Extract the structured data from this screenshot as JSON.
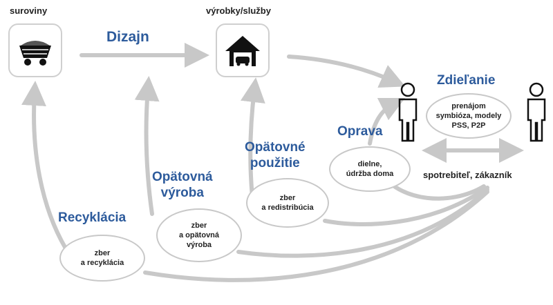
{
  "nodes": {
    "raw": {
      "label": "suroviny",
      "icon": "coal-cart-icon"
    },
    "products": {
      "label": "výrobky/služby",
      "icon": "house-car-icon"
    }
  },
  "stages": {
    "design": "Dizajn",
    "sharing": "Zdieľanie",
    "repair": "Oprava",
    "reuse": "Opätovné\npoužitie",
    "remanufacturing": "Opätovná\nvýroba",
    "recycling": "Recyklácia"
  },
  "bubbles": {
    "sharing": "prenájom\nsymbióza, modely\nPSS, P2P",
    "repair": "dielne,\núdržba doma",
    "reuse": "zber\na redistribúcia",
    "remanufacturing": "zber\na opätovná\nvýroba",
    "recycling": "zber\na recyklácia"
  },
  "consumer": {
    "label": "spotrebiteľ, zákazník",
    "icon": "person-icon"
  },
  "colors": {
    "arrow": "#c8c8c8",
    "accent": "#2d5b9c",
    "text": "#222222"
  }
}
